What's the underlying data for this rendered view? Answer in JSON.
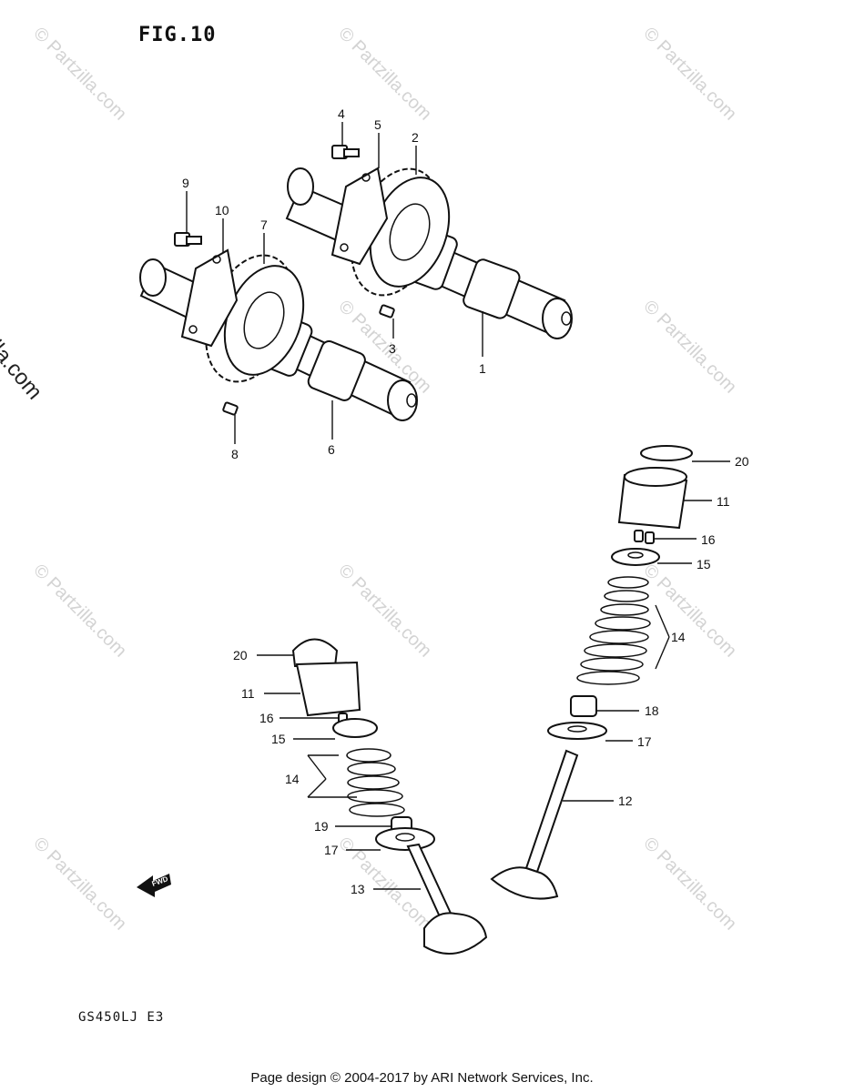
{
  "figure_title": "FIG.10",
  "model_code": "GS450LJ E3",
  "footer": "Page design © 2004-2017 by ARI Network Services, Inc.",
  "side_watermark": "© Partzilla.com",
  "bg_watermark": "© Partzilla.com",
  "fwd_label": "FWD",
  "callouts": [
    "1",
    "2",
    "3",
    "4",
    "5",
    "6",
    "7",
    "8",
    "9",
    "10",
    "11",
    "11",
    "12",
    "13",
    "14",
    "14",
    "15",
    "15",
    "16",
    "16",
    "17",
    "17",
    "18",
    "19",
    "20",
    "20"
  ]
}
